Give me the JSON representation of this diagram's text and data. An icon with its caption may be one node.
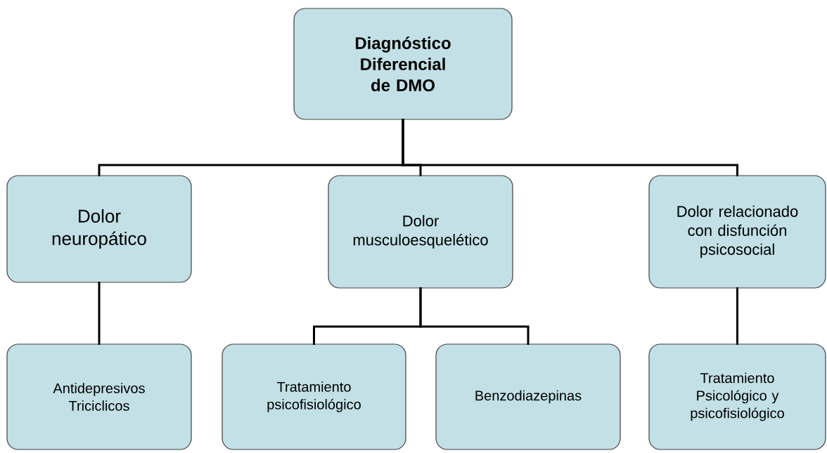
{
  "diagram": {
    "nodes": [
      {
        "text": [
          "Diagnóstico Diferencial de DMO"
        ]
      },
      {
        "text": [
          "Dolor neuropático"
        ]
      },
      {
        "text": [
          "Dolor musculoesquelético"
        ]
      },
      {
        "text": [
          "Dolor relacionado con disfunción psicosocial"
        ]
      },
      {
        "text": [
          "Antidepresivos Triciclicos"
        ]
      },
      {
        "text": [
          "Tratamiento psicofisiológico"
        ]
      },
      {
        "text": [
          "Benzodiazepinas"
        ]
      },
      {
        "text": [
          "Tratamiento Psicológico y psicofisiológico"
        ]
      }
    ],
    "edges": [
      {
        "from": 0,
        "to": 1,
        "arrow": "none"
      },
      {
        "from": 0,
        "to": 2,
        "arrow": "none"
      },
      {
        "from": 0,
        "to": 3,
        "arrow": "none"
      },
      {
        "from": 1,
        "to": 4,
        "arrow": "none"
      },
      {
        "from": 2,
        "to": 5,
        "arrow": "none"
      },
      {
        "from": 2,
        "to": 6,
        "arrow": "none"
      },
      {
        "from": 3,
        "to": 7,
        "arrow": "none"
      }
    ]
  }
}
